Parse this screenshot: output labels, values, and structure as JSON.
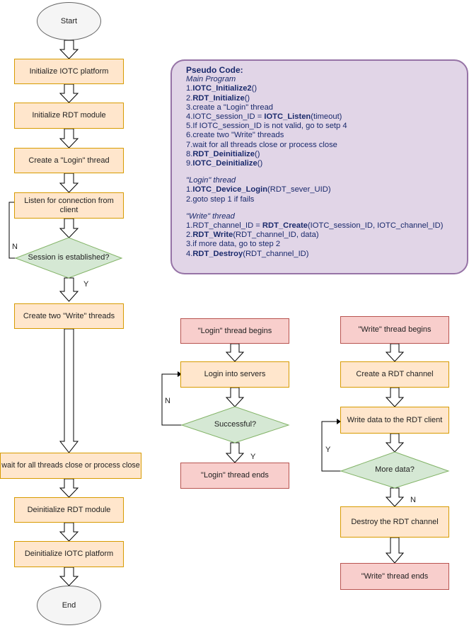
{
  "main": {
    "start": "Start",
    "s1": "Initialize IOTC platform",
    "s2": "Initialize RDT module",
    "s3": "Create a \"Login\" thread",
    "s4": "Listen for connection from client",
    "d1": "Session is established?",
    "d1_no": "N",
    "d1_yes": "Y",
    "s5": "Create two \"Write\" threads",
    "s6": "wait for all threads close or process close",
    "s7": "Deinitialize RDT module",
    "s8": "Deinitialize IOTC platform",
    "end": "End"
  },
  "pseudo": {
    "title": "Pseudo Code:",
    "main_header": "Main Program",
    "main_lines": [
      [
        {
          "t": "1."
        },
        {
          "t": "IOTC_Initialize2",
          "b": true
        },
        {
          "t": "()"
        }
      ],
      [
        {
          "t": "2."
        },
        {
          "t": "RDT_Initialize",
          "b": true
        },
        {
          "t": "()"
        }
      ],
      [
        {
          "t": "3.create a \"Login\" thread"
        }
      ],
      [
        {
          "t": "4.IOTC_session_ID = "
        },
        {
          "t": "IOTC_Listen",
          "b": true
        },
        {
          "t": "(timeout)"
        }
      ],
      [
        {
          "t": "5.If IOTC_session_ID is not valid, go to setp 4"
        }
      ],
      [
        {
          "t": "6.create two \"Write\" threads"
        }
      ],
      [
        {
          "t": "7.wait for all threads close or process close"
        }
      ],
      [
        {
          "t": "8."
        },
        {
          "t": "RDT_Deinitialize",
          "b": true
        },
        {
          "t": "()"
        }
      ],
      [
        {
          "t": "9."
        },
        {
          "t": "IOTC_Deinitialize",
          "b": true
        },
        {
          "t": "()"
        }
      ]
    ],
    "login_header": "\"Login\" thread",
    "login_lines": [
      [
        {
          "t": "1."
        },
        {
          "t": "IOTC_Device_Login",
          "b": true
        },
        {
          "t": "(RDT_sever_UID)"
        }
      ],
      [
        {
          "t": "2.goto step 1 if fails"
        }
      ]
    ],
    "write_header": "\"Write\" thread",
    "write_lines": [
      [
        {
          "t": "1.RDT_channel_ID = "
        },
        {
          "t": "RDT_Create",
          "b": true
        },
        {
          "t": "(IOTC_session_ID, IOTC_channel_ID)"
        }
      ],
      [
        {
          "t": "2."
        },
        {
          "t": "RDT_Write",
          "b": true
        },
        {
          "t": "(RDT_channel_ID, data)"
        }
      ],
      [
        {
          "t": "3.if more data, go to step 2"
        }
      ],
      [
        {
          "t": "4."
        },
        {
          "t": "RDT_Destroy",
          "b": true
        },
        {
          "t": "(RDT_channel_ID)"
        }
      ]
    ]
  },
  "login": {
    "begin": "\"Login\" thread begins",
    "step": "Login into servers",
    "decision": "Successful?",
    "no": "N",
    "yes": "Y",
    "end": "\"Login\" thread ends"
  },
  "write": {
    "begin": "\"Write\" thread begins",
    "step1": "Create a RDT channel",
    "step2": "Write data to the RDT client",
    "decision": "More data?",
    "no": "N",
    "yes": "Y",
    "step3": "Destroy the RDT channel",
    "end": "\"Write\" thread ends"
  }
}
